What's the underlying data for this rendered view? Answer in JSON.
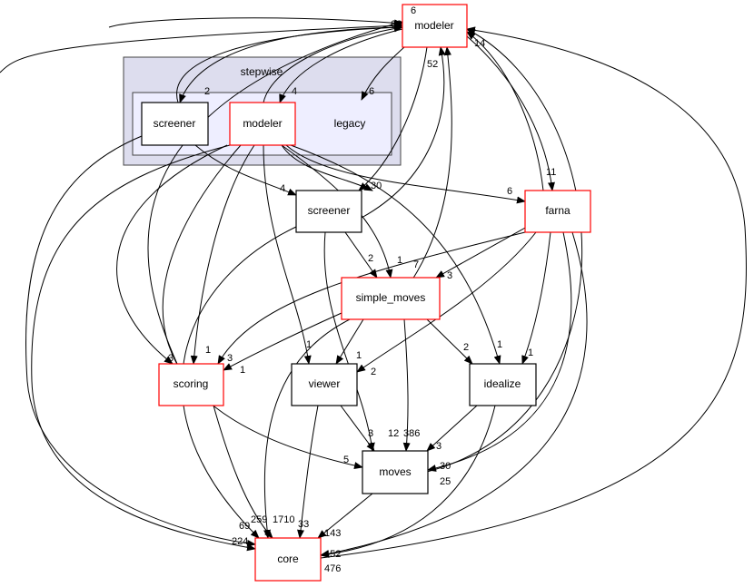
{
  "clusters": {
    "stepwise": "stepwise",
    "legacy": "legacy"
  },
  "nodes": {
    "modeler_top": "modeler",
    "stepwise_screener": "screener",
    "stepwise_modeler": "modeler",
    "screener": "screener",
    "farna": "farna",
    "simple_moves": "simple_moves",
    "scoring": "scoring",
    "viewer": "viewer",
    "idealize": "idealize",
    "moves": "moves",
    "core": "core"
  },
  "edge_labels": [
    "6",
    "66",
    "14",
    "52",
    "2",
    "4",
    "6",
    "4",
    "30",
    "6",
    "11",
    "2",
    "1",
    "7",
    "3",
    "3",
    "1",
    "3",
    "1",
    "1",
    "1",
    "2",
    "2",
    "1",
    "1",
    "3",
    "12",
    "386",
    "3",
    "5",
    "30",
    "25",
    "69",
    "259",
    "1710",
    "33",
    "143",
    "224",
    "452",
    "476"
  ],
  "colors": {
    "cluster_outer": "#ddddee",
    "cluster_inner": "#eeeeff",
    "highlight_border": "#ff0000"
  }
}
